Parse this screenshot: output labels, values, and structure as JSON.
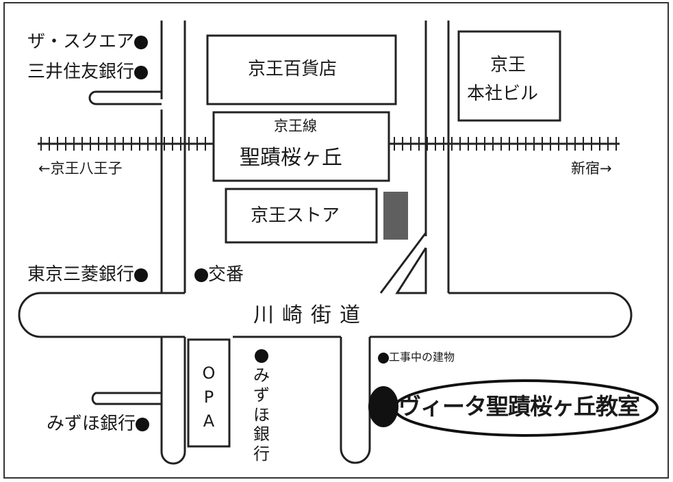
{
  "buildings": {
    "keio_department_store": "京王百貨店",
    "keio_hq_line1": "京王",
    "keio_hq_line2": "本社ビル",
    "station_line": "京王線",
    "station_name": "聖蹟桜ヶ丘",
    "keio_store": "京王ストア",
    "opa": "OPA"
  },
  "directions": {
    "west": "←京王八王子",
    "east": "新宿→"
  },
  "landmarks": {
    "square": "ザ・スクエア",
    "smbc": "三井住友銀行",
    "mufg": "東京三菱銀行",
    "police_box": "交番",
    "mizuho_west": "みずほ銀行",
    "mizuho_vertical": "みずほ銀行",
    "construction": "工事中の建物"
  },
  "roads": {
    "kawasaki_kaido": "川崎街道"
  },
  "destination": {
    "name": "ヴィータ聖蹟桜ヶ丘教室"
  }
}
